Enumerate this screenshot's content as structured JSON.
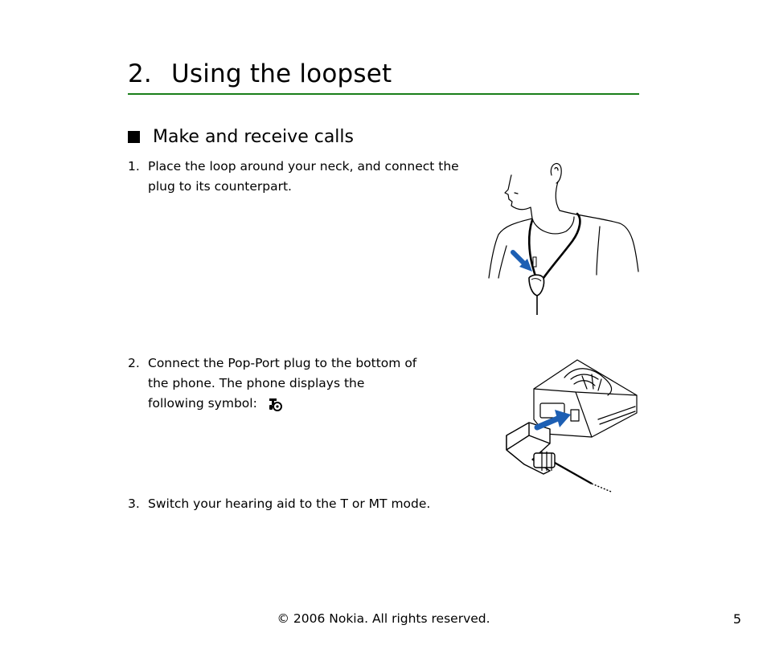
{
  "chapter": {
    "number": "2.",
    "title": "Using the loopset"
  },
  "section": {
    "heading": "Make and receive calls"
  },
  "steps": [
    {
      "number": "1.",
      "text": "Place the loop around your neck, and connect the plug to its counterpart."
    },
    {
      "number": "2.",
      "text": "Connect the Pop-Port plug to the bottom of the phone. The phone displays the following symbol:"
    },
    {
      "number": "3.",
      "text": "Switch your hearing aid to the T or MT mode."
    }
  ],
  "icons": {
    "loopset_symbol": "loopset-icon"
  },
  "colors": {
    "rule": "#1a7f1a",
    "arrow": "#1d5fb3"
  },
  "footer": {
    "copyright": "© 2006 Nokia. All rights reserved.",
    "page_number": "5"
  }
}
